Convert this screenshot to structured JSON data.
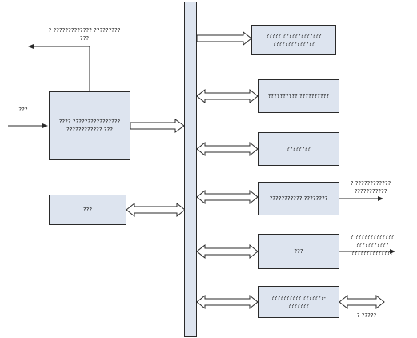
{
  "blocks": {
    "cpu": "???? ????????????????\n???????????? ???",
    "left_small": "???",
    "r1": "????? ?????????????\n??????????????",
    "r2": "?????????? ??????????",
    "r3": "????????",
    "r4": "??????????? ????????",
    "r5": "???",
    "r6": "?????????? ???????-\n???????"
  },
  "labels": {
    "top_out": "? ????????????? ?????????\n???",
    "left_in": "???",
    "r4_out": "? ????????????\n???????????",
    "r5_out": "? ?????????????\n???????????\n??????????????",
    "r6_out": "? ?????"
  },
  "colors": {
    "block_fill": "#dde4ef",
    "line": "#2a2a2a"
  }
}
